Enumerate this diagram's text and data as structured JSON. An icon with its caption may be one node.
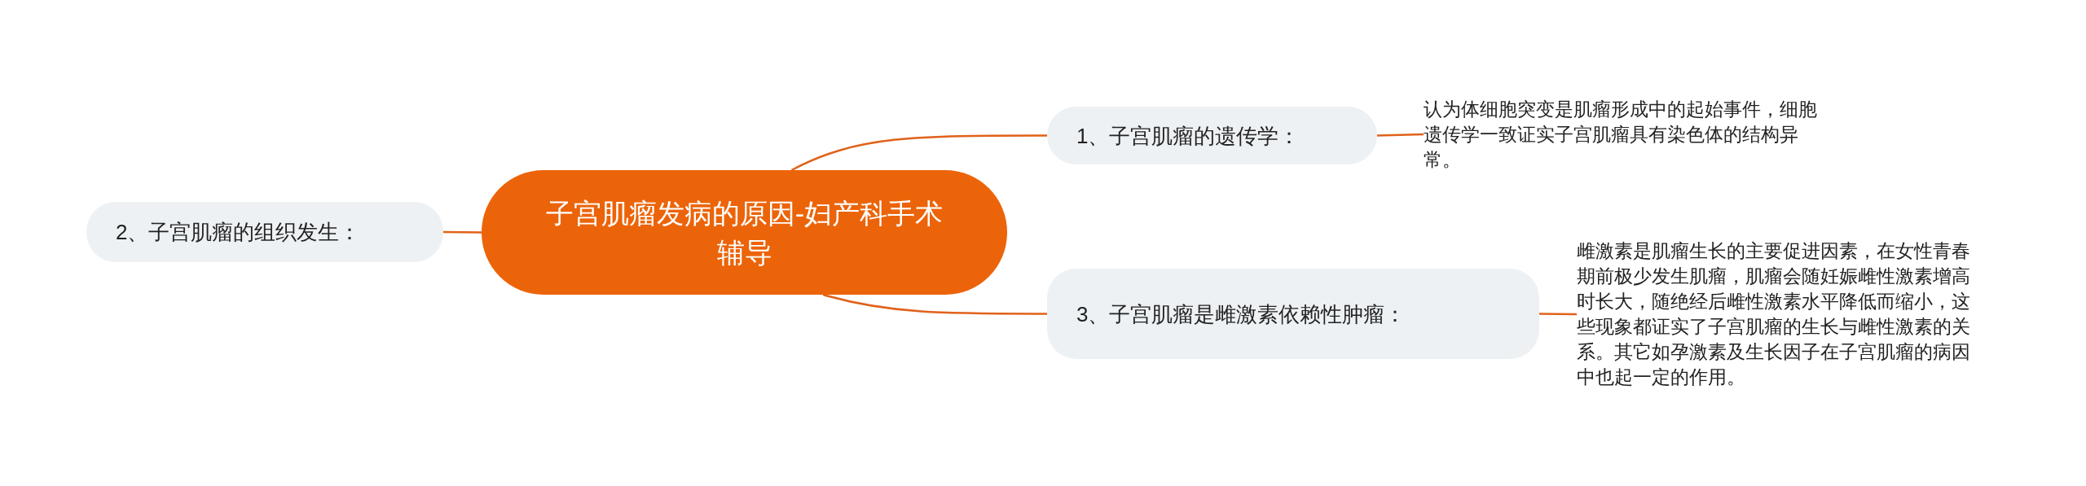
{
  "diagram": {
    "nodes": [
      {
        "text": [
          "子宫肌瘤发病的原因-妇产科手术辅导"
        ]
      },
      {
        "text": [
          "1、子宫肌瘤的遗传学："
        ]
      },
      {
        "text": [
          "认为体细胞突变是肌瘤形成中的起始事件，细胞遗传学一致证实子宫肌瘤具有染色体的结构异常。"
        ]
      },
      {
        "text": [
          "2、子宫肌瘤的组织发生："
        ]
      },
      {
        "text": [
          "3、子宫肌瘤是雌激素依赖性肿瘤："
        ]
      },
      {
        "text": [
          "雌激素是肌瘤生长的主要促进因素，在女性青春期前极少发生肌瘤，肌瘤会随妊娠雌性激素增高时长大，随绝经后雌性激素水平降低而缩小，这些现象都证实了子宫肌瘤的生长与雌性激素的关系。其它如孕激素及生长因子在子宫肌瘤的病因中也起一定的作用。"
        ]
      }
    ],
    "edges": [
      {
        "from": 0,
        "to": 1,
        "arrow": "none"
      },
      {
        "from": 1,
        "to": 2,
        "arrow": "none"
      },
      {
        "from": 0,
        "to": 3,
        "arrow": "none"
      },
      {
        "from": 0,
        "to": 4,
        "arrow": "none"
      },
      {
        "from": 4,
        "to": 5,
        "arrow": "none"
      }
    ]
  }
}
